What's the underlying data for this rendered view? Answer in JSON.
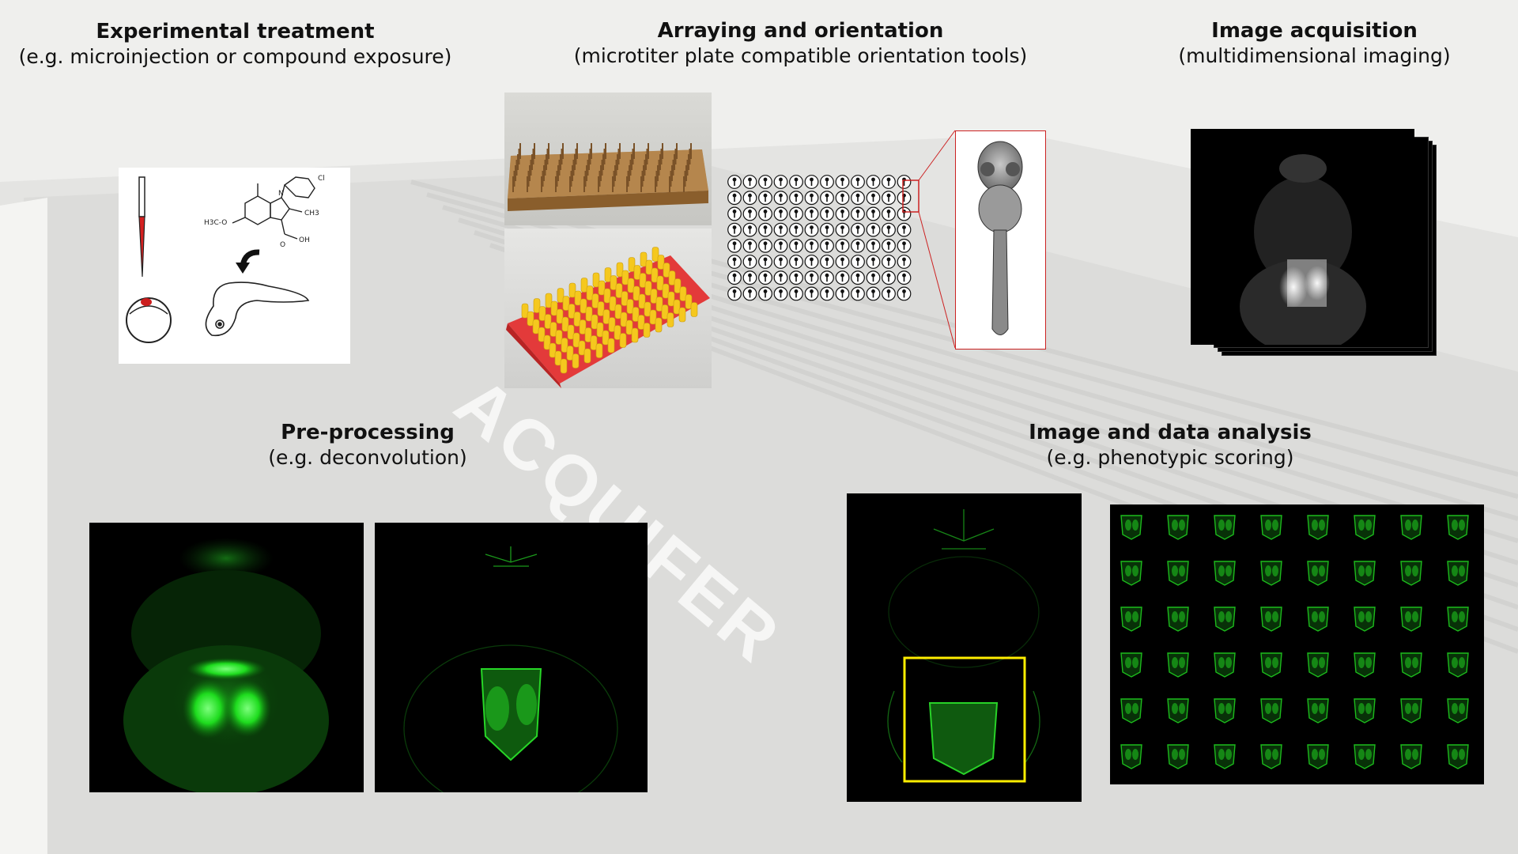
{
  "sections": {
    "treatment": {
      "title": "Experimental treatment",
      "subtitle": "(e.g. microinjection or compound exposure)"
    },
    "arraying": {
      "title": "Arraying and orientation",
      "subtitle": "(microtiter plate compatible orientation tools)"
    },
    "acquisition": {
      "title": "Image acquisition",
      "subtitle": "(multidimensional imaging)"
    },
    "preprocessing": {
      "title": "Pre-processing",
      "subtitle": "(e.g. deconvolution)"
    },
    "analysis": {
      "title": "Image and data analysis",
      "subtitle": "(e.g. phenotypic scoring)"
    }
  },
  "background": {
    "brand_text": "ACQUIFER"
  },
  "chem_labels": {
    "cl": "Cl",
    "methoxy": "H3C-O",
    "methyl": "CH3",
    "oh": "OH",
    "o": "O",
    "n": "N"
  },
  "plate_grid": {
    "rows": 8,
    "cols": 12
  },
  "montage_grid": {
    "rows": 6,
    "cols": 8
  },
  "colors": {
    "fluorescence": "#22dd22",
    "highlight_box": "#ffee00",
    "callout": "#cc2222",
    "pin_yellow": "#f5c81e",
    "pin_base_red": "#e83838",
    "wood": "#b8874a"
  },
  "icons": [
    "microinjection-needle-icon",
    "embryo-icon",
    "larva-icon",
    "curved-arrow-icon"
  ]
}
